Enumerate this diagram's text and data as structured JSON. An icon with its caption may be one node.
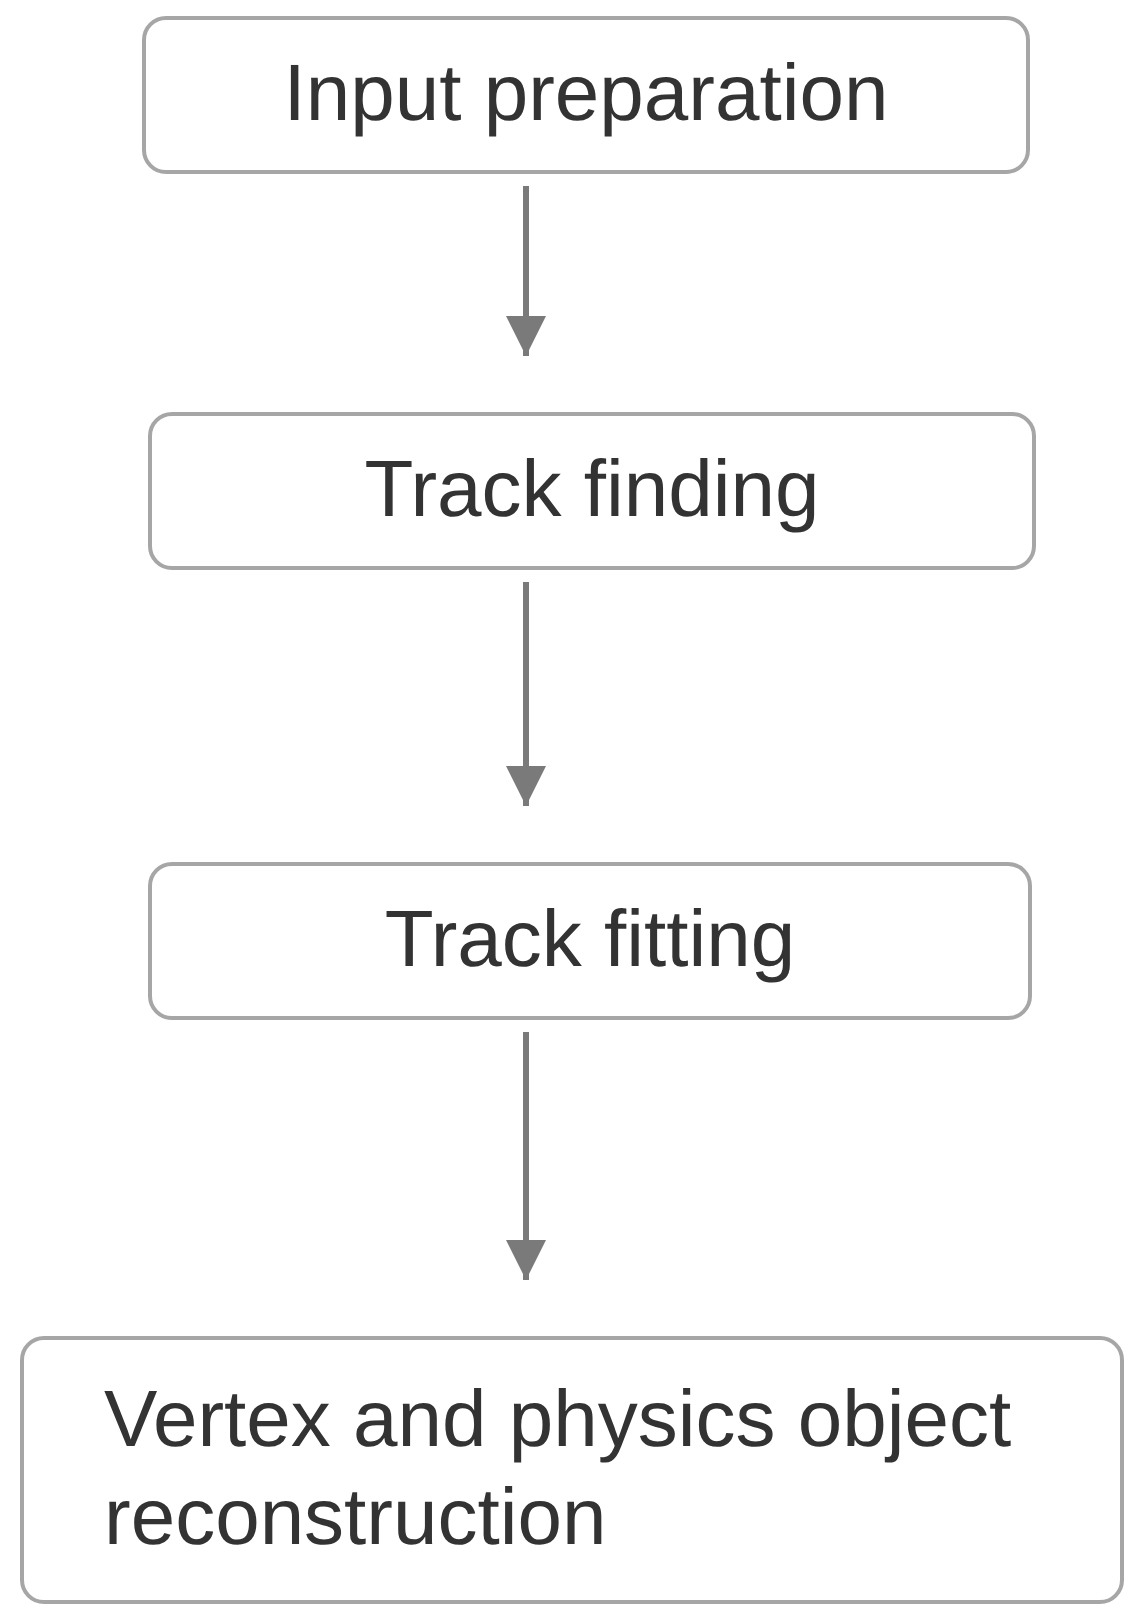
{
  "diagram": {
    "nodes": [
      {
        "text": [
          "Input preparation"
        ]
      },
      {
        "text": [
          "Track finding"
        ]
      },
      {
        "text": [
          "Track fitting"
        ]
      },
      {
        "text": [
          "Vertex and physics object reconstruction"
        ]
      }
    ],
    "edges": [
      {
        "from": 0,
        "to": 1,
        "arrow": "to"
      },
      {
        "from": 1,
        "to": 2,
        "arrow": "to"
      },
      {
        "from": 2,
        "to": 3,
        "arrow": "to"
      }
    ]
  }
}
